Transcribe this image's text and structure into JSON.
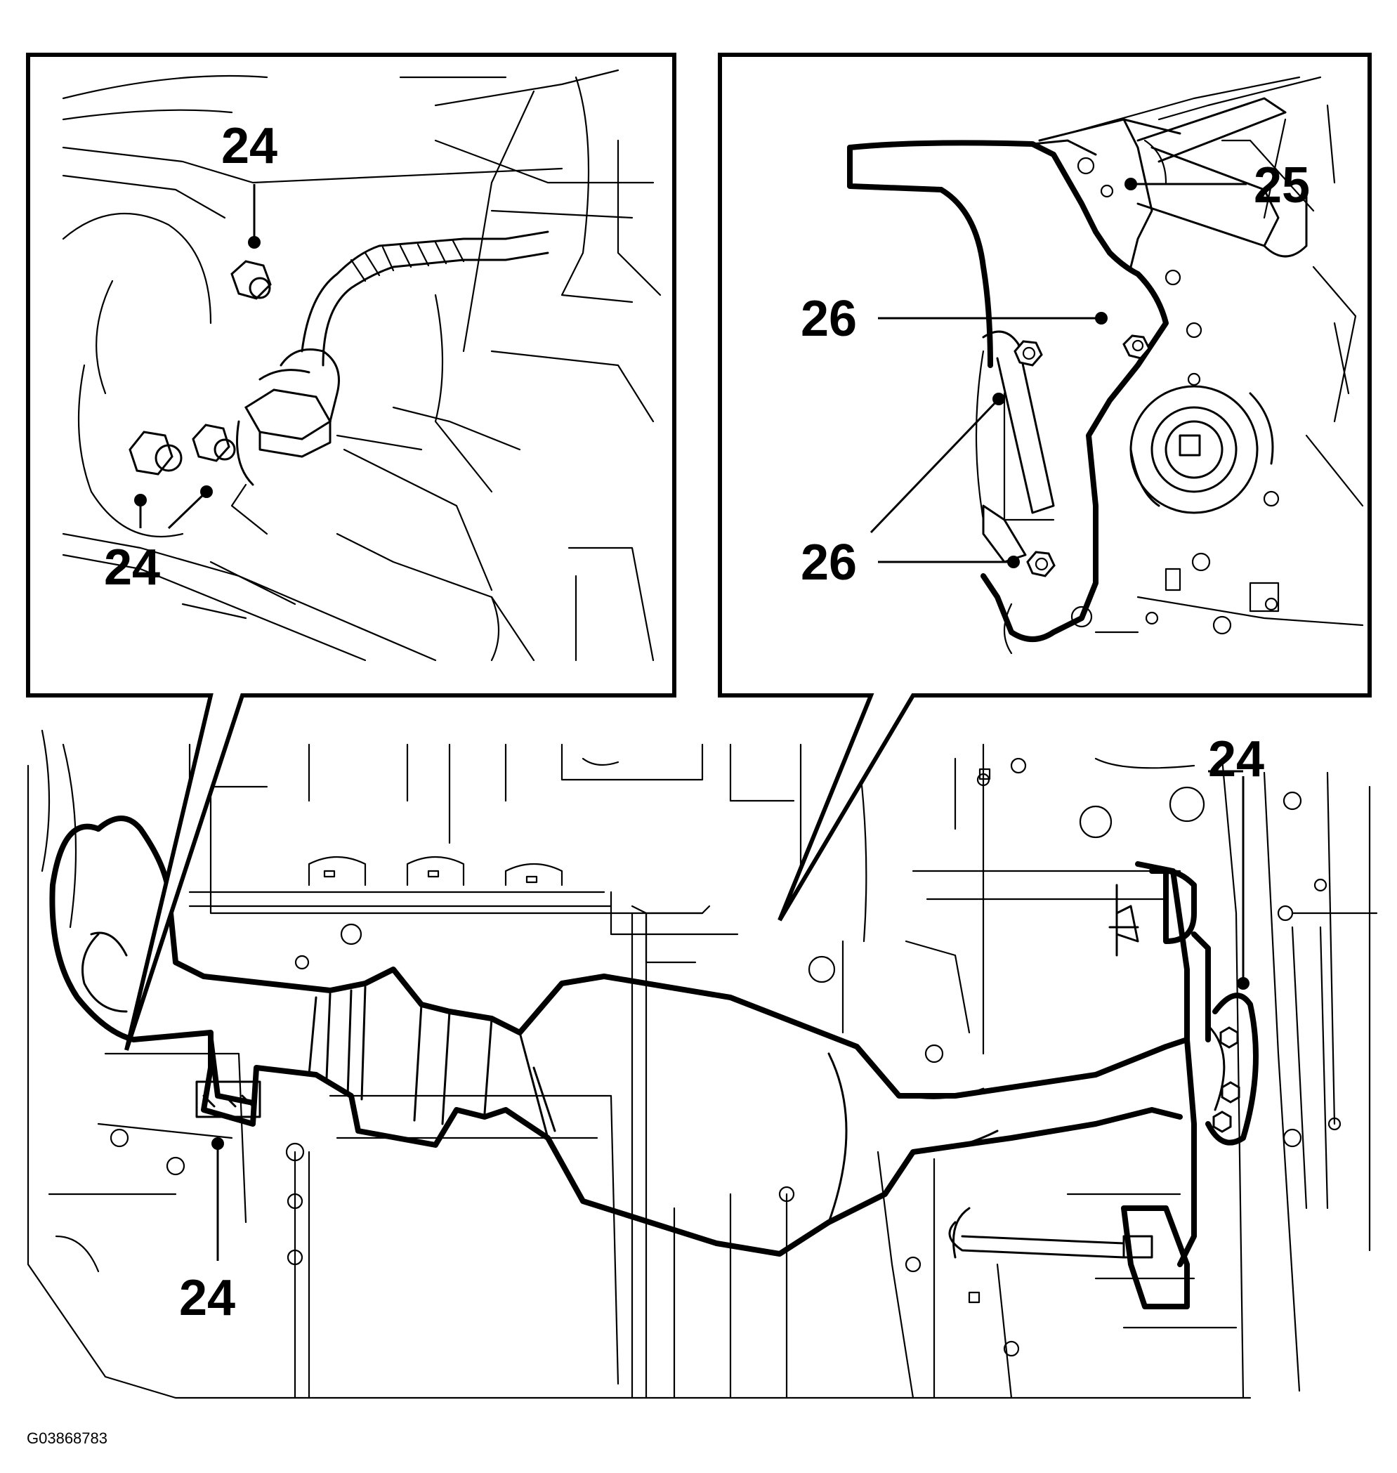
{
  "callouts": {
    "inset_left": {
      "top_label": "24",
      "bottom_label": "24"
    },
    "inset_right": {
      "label_25": "25",
      "label_26_upper": "26",
      "label_26_lower": "26"
    },
    "main": {
      "label_right": "24",
      "label_bottom_left": "24"
    }
  },
  "figure_id": "G03868783"
}
